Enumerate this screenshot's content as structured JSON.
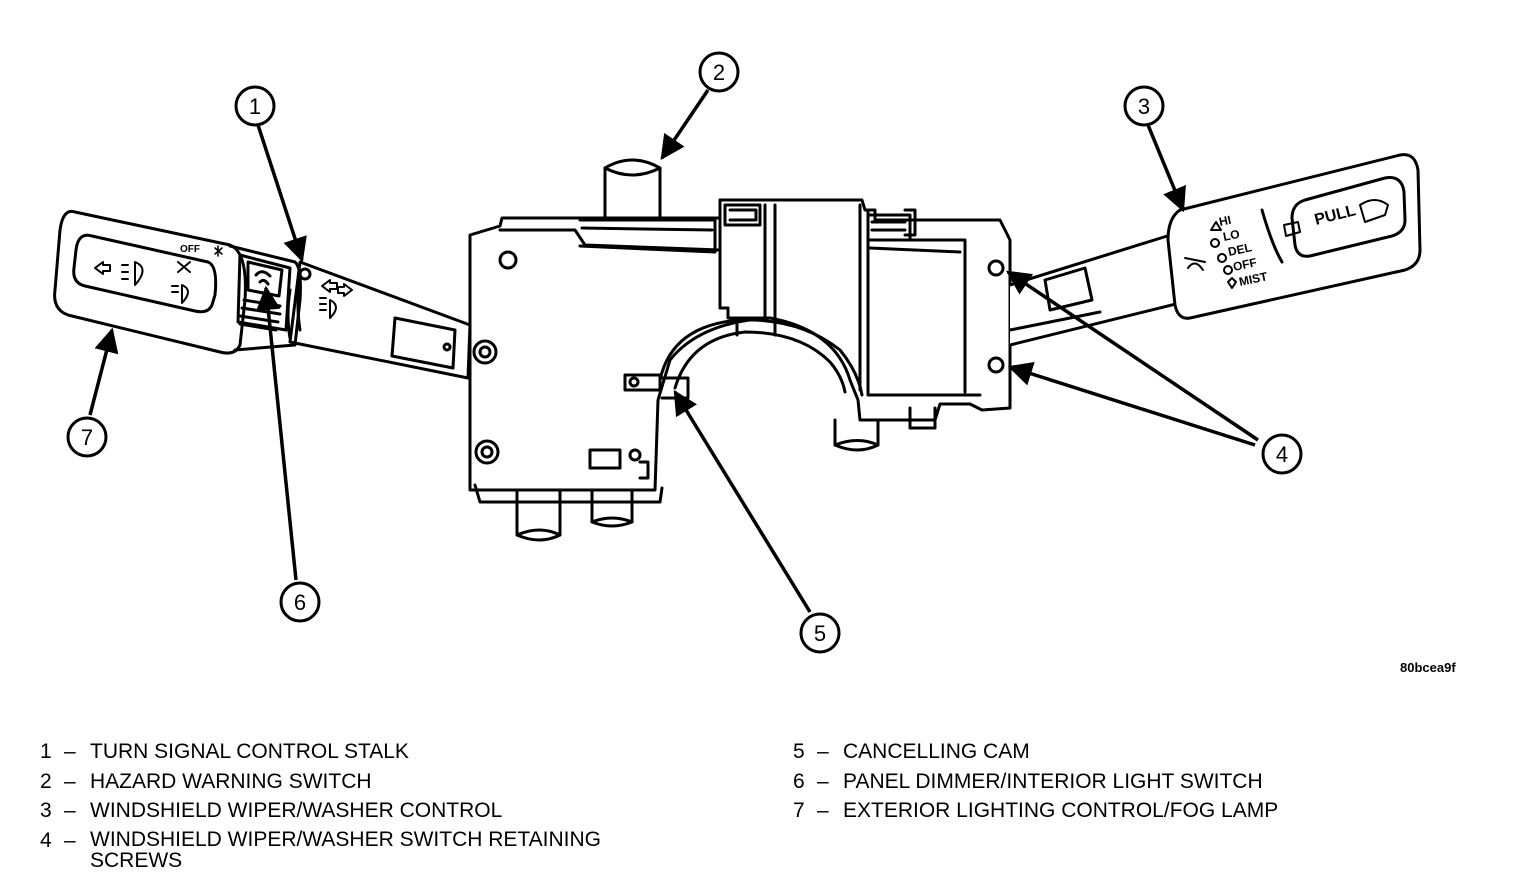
{
  "figure_id": "80bcea9f",
  "callouts": [
    "1",
    "2",
    "3",
    "4",
    "5",
    "6",
    "7"
  ],
  "stalk_labels": {
    "off": "OFF",
    "pull": "PULL",
    "wiper_positions": [
      "HI",
      "LO",
      "DEL",
      "OFF",
      "MIST"
    ]
  },
  "legend": [
    {
      "num": "1",
      "dash": "–",
      "text": "TURN SIGNAL CONTROL STALK"
    },
    {
      "num": "2",
      "dash": "–",
      "text": "HAZARD WARNING SWITCH"
    },
    {
      "num": "3",
      "dash": "–",
      "text": "WINDSHIELD WIPER/WASHER CONTROL"
    },
    {
      "num": "4",
      "dash": "–",
      "text": "WINDSHIELD WIPER/WASHER SWITCH RETAINING SCREWS"
    },
    {
      "num": "5",
      "dash": "–",
      "text": "CANCELLING CAM"
    },
    {
      "num": "6",
      "dash": "–",
      "text": "PANEL DIMMER/INTERIOR LIGHT SWITCH"
    },
    {
      "num": "7",
      "dash": "–",
      "text": "EXTERIOR LIGHTING CONTROL/FOG LAMP"
    }
  ]
}
